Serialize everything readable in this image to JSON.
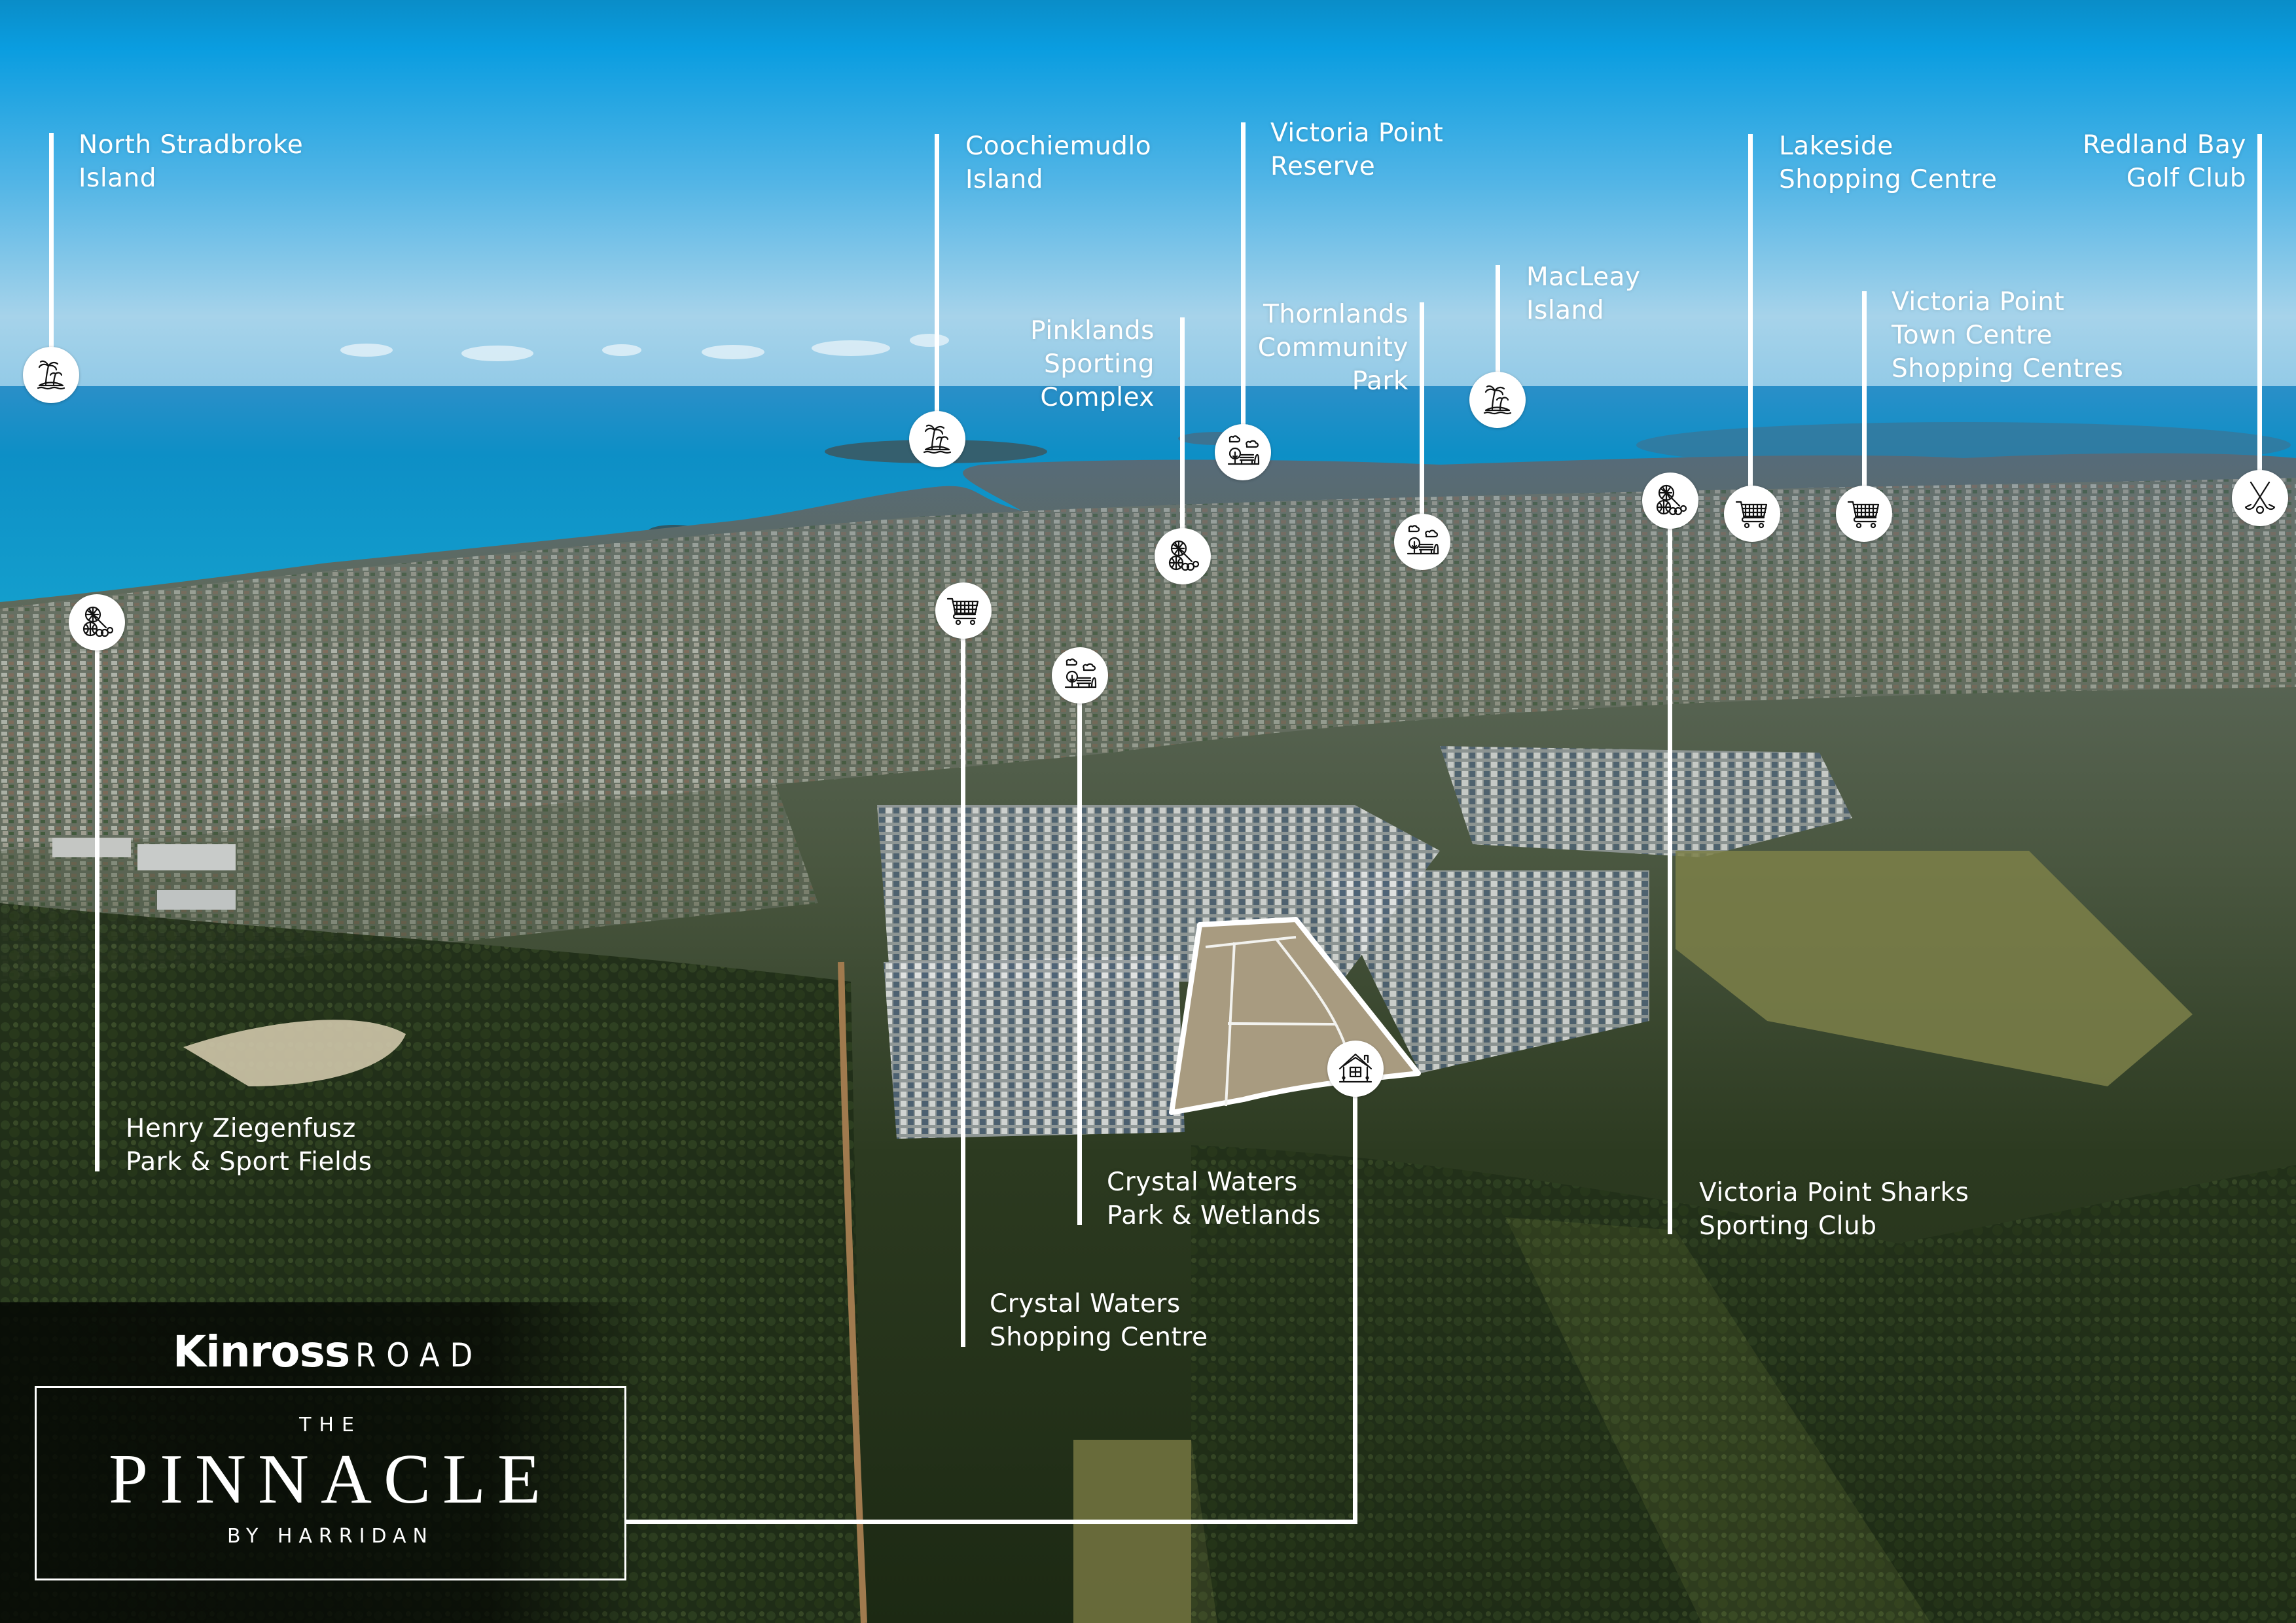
{
  "map": {
    "title": "Aerial location map",
    "colors": {
      "sky_top": "#0a90cb",
      "sky_haze": "#9fd0ea",
      "sea": "#129fcd",
      "sea_deep": "#0b86b8",
      "land_suburb": "#6a7466",
      "forest": "#1f2d16",
      "callout": "#ffffff",
      "icon_stroke": "#111111"
    }
  },
  "brand": {
    "kinross": "Kinross",
    "road": "ROAD",
    "the": "THE",
    "pinnacle": "PINNACLE",
    "by": "BY HARRIDAN"
  },
  "callouts": [
    {
      "id": "north-stradbroke",
      "label": "North Stradbroke\nIsland",
      "icon": "island-icon"
    },
    {
      "id": "coochiemudlo",
      "label": "Coochiemudlo\nIsland",
      "icon": "island-icon"
    },
    {
      "id": "victoria-point-reserve",
      "label": "Victoria Point\nReserve",
      "icon": "park-icon"
    },
    {
      "id": "pinklands",
      "label": "Pinklands\nSporting\nComplex",
      "icon": "sports-icon"
    },
    {
      "id": "thornlands",
      "label": "Thornlands\nCommunity\nPark",
      "icon": "park-icon"
    },
    {
      "id": "macleay",
      "label": "MacLeay\nIsland",
      "icon": "island-icon"
    },
    {
      "id": "lakeside",
      "label": "Lakeside\nShopping Centre",
      "icon": "shopping-cart-icon"
    },
    {
      "id": "redland-bay",
      "label": "Redland Bay\nGolf Club",
      "icon": "golf-icon"
    },
    {
      "id": "vp-town-centre",
      "label": "Victoria Point\nTown Centre\nShopping Centres",
      "icon": "shopping-cart-icon"
    },
    {
      "id": "vp-sharks",
      "label": "Victoria Point Sharks\nSporting Club",
      "icon": "sports-icon"
    },
    {
      "id": "henry-ziegenfusz",
      "label": "Henry Ziegenfusz\nPark & Sport Fields",
      "icon": "sports-icon"
    },
    {
      "id": "cw-shopping",
      "label": "Crystal Waters\nShopping Centre",
      "icon": "shopping-cart-icon"
    },
    {
      "id": "cw-park",
      "label": "Crystal Waters\nPark & Wetlands",
      "icon": "park-icon"
    },
    {
      "id": "site",
      "label": "",
      "icon": "house-icon"
    }
  ]
}
